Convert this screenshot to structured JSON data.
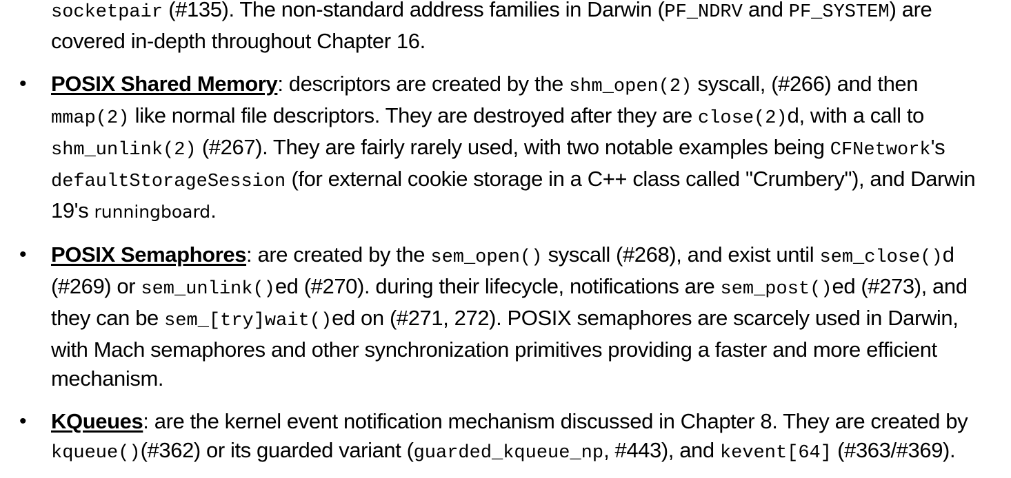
{
  "intro": {
    "line": [
      {
        "t": "code",
        "v": "socketpair"
      },
      {
        "t": "text",
        "v": " (#135). The non-standard address families in Darwin ("
      },
      {
        "t": "code",
        "v": "PF_NDRV"
      },
      {
        "t": "text",
        "v": " and "
      },
      {
        "t": "code",
        "v": "PF_SYSTEM"
      },
      {
        "t": "text",
        "v": ") are covered in-depth throughout Chapter 16."
      }
    ]
  },
  "bullets": [
    {
      "term": "POSIX Shared Memory",
      "segments": [
        {
          "t": "text",
          "v": ": descriptors are created by the "
        },
        {
          "t": "code",
          "v": "shm_open(2)"
        },
        {
          "t": "text",
          "v": " syscall, (#266) and then "
        },
        {
          "t": "code",
          "v": "mmap(2)"
        },
        {
          "t": "text",
          "v": " like normal file descriptors. They are destroyed after they are "
        },
        {
          "t": "code",
          "v": "close(2)"
        },
        {
          "t": "text",
          "v": "d, with a call to "
        },
        {
          "t": "code",
          "v": "shm_unlink(2)"
        },
        {
          "t": "text",
          "v": " (#267). They are fairly rarely used, with two notable examples being "
        },
        {
          "t": "code",
          "v": "CFNetwork"
        },
        {
          "t": "text",
          "v": "'s "
        },
        {
          "t": "code",
          "v": "defaultStorageSession"
        },
        {
          "t": "text",
          "v": " (for external cookie storage in a C++ class called \"Crumbery\"), and Darwin 19's "
        },
        {
          "t": "small",
          "v": "runningboard"
        },
        {
          "t": "text",
          "v": "."
        }
      ]
    },
    {
      "term": "POSIX Semaphores",
      "segments": [
        {
          "t": "text",
          "v": ": are created by the "
        },
        {
          "t": "code",
          "v": "sem_open()"
        },
        {
          "t": "text",
          "v": " syscall (#268), and exist until "
        },
        {
          "t": "code",
          "v": "sem_close()"
        },
        {
          "t": "text",
          "v": "d (#269) or "
        },
        {
          "t": "code",
          "v": "sem_unlink()"
        },
        {
          "t": "text",
          "v": "ed (#270). during their lifecycle, notifications are "
        },
        {
          "t": "code",
          "v": "sem_post()"
        },
        {
          "t": "text",
          "v": "ed (#273), and they can be "
        },
        {
          "t": "code",
          "v": "sem_[try]wait()"
        },
        {
          "t": "text",
          "v": "ed on (#271, 272). POSIX semaphores are scarcely used in Darwin, with Mach semaphores and other synchronization primitives providing a faster and more efficient mechanism."
        }
      ]
    },
    {
      "term": "KQueues",
      "segments": [
        {
          "t": "text",
          "v": ": are the kernel event notification mechanism discussed in Chapter 8. They are created by "
        },
        {
          "t": "code",
          "v": "kqueue()"
        },
        {
          "t": "text",
          "v": "(#362) or its guarded variant ("
        },
        {
          "t": "code",
          "v": "guarded_kqueue_np"
        },
        {
          "t": "text",
          "v": ", #443), and "
        },
        {
          "t": "code",
          "v": "kevent[64]"
        },
        {
          "t": "text",
          "v": " (#363/#369)."
        }
      ]
    }
  ]
}
